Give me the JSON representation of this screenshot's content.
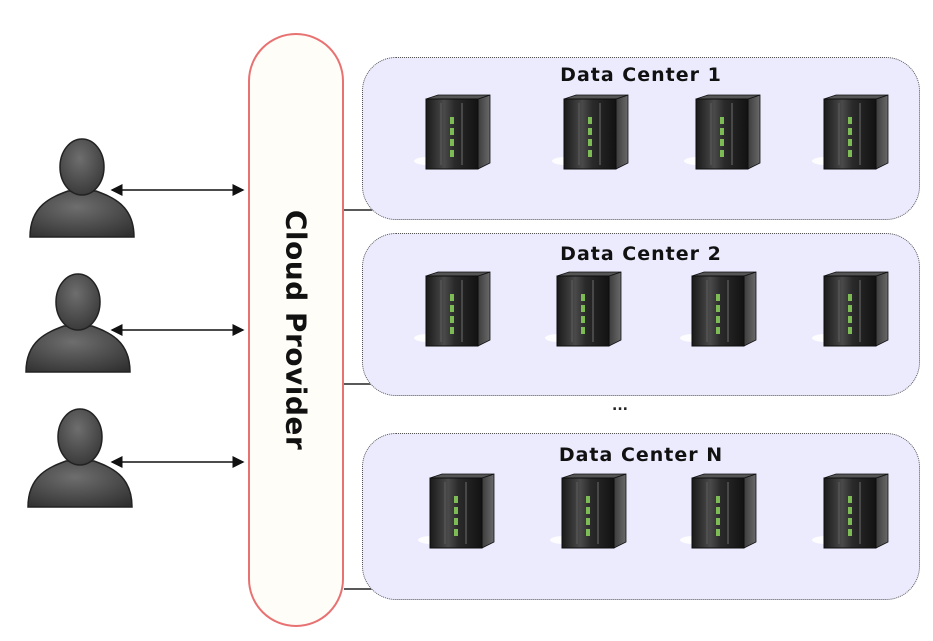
{
  "cloud_provider": {
    "label": "Cloud Provider"
  },
  "users": [
    {
      "icon": "user-icon"
    },
    {
      "icon": "user-icon"
    },
    {
      "icon": "user-icon"
    }
  ],
  "data_centers": [
    {
      "title": "Data Center 1",
      "servers": 4
    },
    {
      "title": "Data Center 2",
      "servers": 4
    },
    {
      "title": "Data Center N",
      "servers": 4
    }
  ],
  "ellipsis": "...",
  "colors": {
    "provider_border": "#e87272",
    "datacenter_fill": "#ebebfd",
    "user_fill": "#4a4a4a",
    "server_body": "#2b2b2b",
    "server_led": "#8bd35a"
  }
}
